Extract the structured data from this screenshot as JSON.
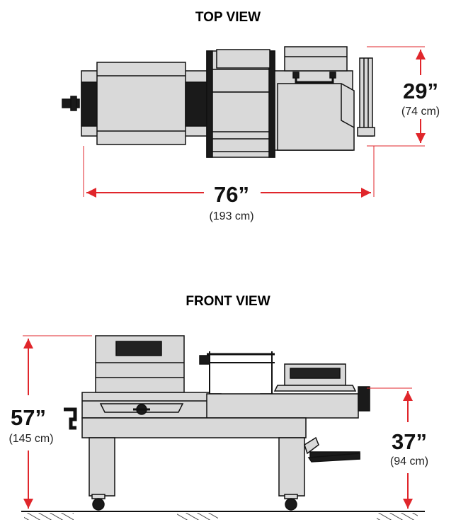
{
  "top_view": {
    "heading": "TOP VIEW",
    "width_dim": {
      "value": "76”",
      "metric": "(193 cm)"
    },
    "depth_dim": {
      "value": "29”",
      "metric": "(74 cm)"
    }
  },
  "front_view": {
    "heading": "FRONT VIEW",
    "height_dim": {
      "value": "57”",
      "metric": "(145 cm)"
    },
    "table_height_dim": {
      "value": "37”",
      "metric": "(94 cm)"
    }
  },
  "colors": {
    "machine_fill": "#d9d9d9",
    "outline": "#111111",
    "dimension_lines": "#e0262b",
    "panel_dark": "#222222"
  }
}
